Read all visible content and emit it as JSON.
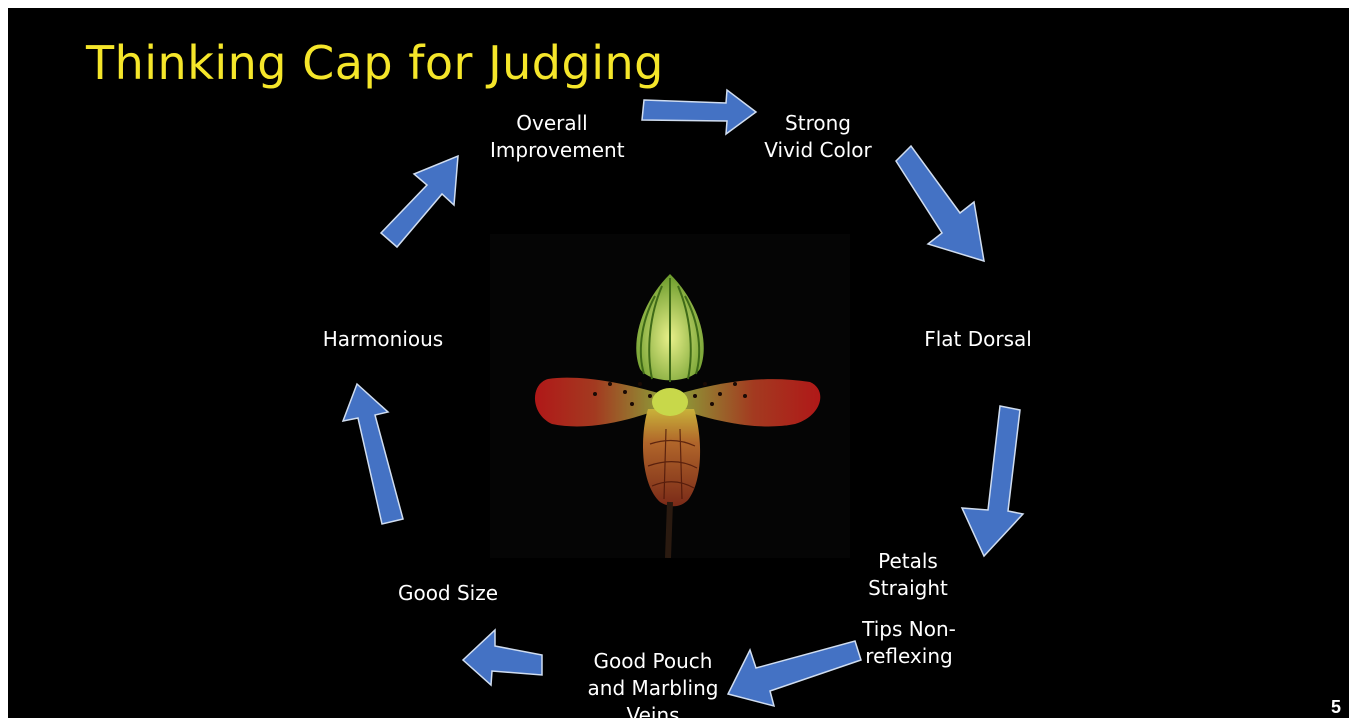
{
  "slide": {
    "title": "Thinking Cap for Judging",
    "page_number": "5",
    "arrow_color": "#4472c4",
    "title_color": "#f5e62a",
    "cycle_labels": [
      "Overall\nImprovement",
      "Strong\nVivid Color",
      "Flat Dorsal",
      "Petals\nStraight",
      "Tips Non-\nreflexing",
      "Good Pouch\nand Marbling\nVeins",
      "Good Size",
      "Harmonious"
    ]
  }
}
